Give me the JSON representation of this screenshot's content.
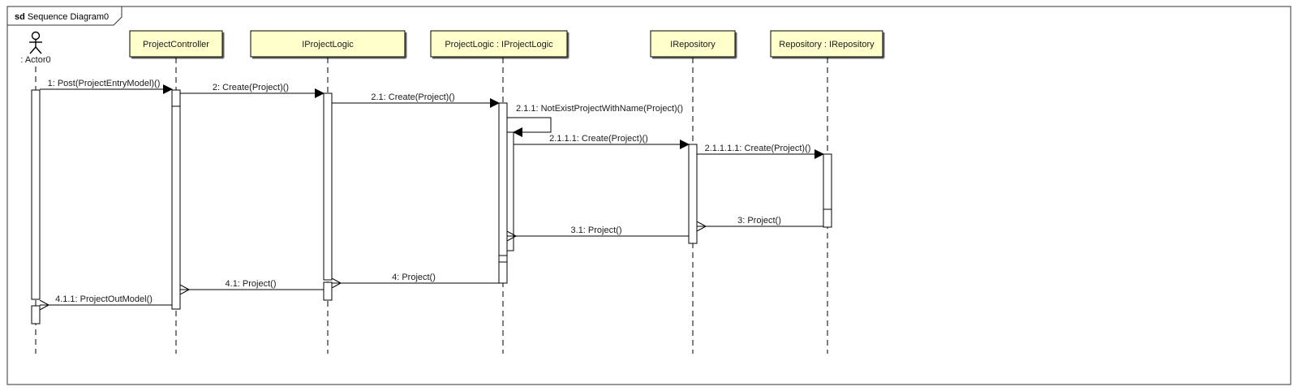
{
  "frame": {
    "keyword": "sd",
    "name": "Sequence Diagram0"
  },
  "actor": {
    "label": ": Actor0"
  },
  "lifelines": [
    {
      "id": "ctrl",
      "label": "ProjectController"
    },
    {
      "id": "ilogic",
      "label": "IProjectLogic"
    },
    {
      "id": "logic",
      "label": "ProjectLogic : IProjectLogic"
    },
    {
      "id": "irepo",
      "label": "IRepository"
    },
    {
      "id": "repo",
      "label": "Repository : IRepository"
    }
  ],
  "messages": [
    {
      "id": "m1",
      "label": "1: Post(ProjectEntryModel)()",
      "kind": "call"
    },
    {
      "id": "m2",
      "label": "2: Create(Project)()",
      "kind": "call"
    },
    {
      "id": "m21",
      "label": "2.1: Create(Project)()",
      "kind": "call"
    },
    {
      "id": "m211",
      "label": "2.1.1: NotExistProjectWithName(Project)()",
      "kind": "self"
    },
    {
      "id": "m2111",
      "label": "2.1.1.1: Create(Project)()",
      "kind": "call"
    },
    {
      "id": "m21111",
      "label": "2.1.1.1.1: Create(Project)()",
      "kind": "call"
    },
    {
      "id": "m3",
      "label": "3: Project()",
      "kind": "return"
    },
    {
      "id": "m31",
      "label": "3.1: Project()",
      "kind": "return"
    },
    {
      "id": "m4",
      "label": "4: Project()",
      "kind": "return"
    },
    {
      "id": "m41",
      "label": "4.1: Project()",
      "kind": "return"
    },
    {
      "id": "m411",
      "label": "4.1.1: ProjectOutModel()",
      "kind": "return"
    }
  ]
}
